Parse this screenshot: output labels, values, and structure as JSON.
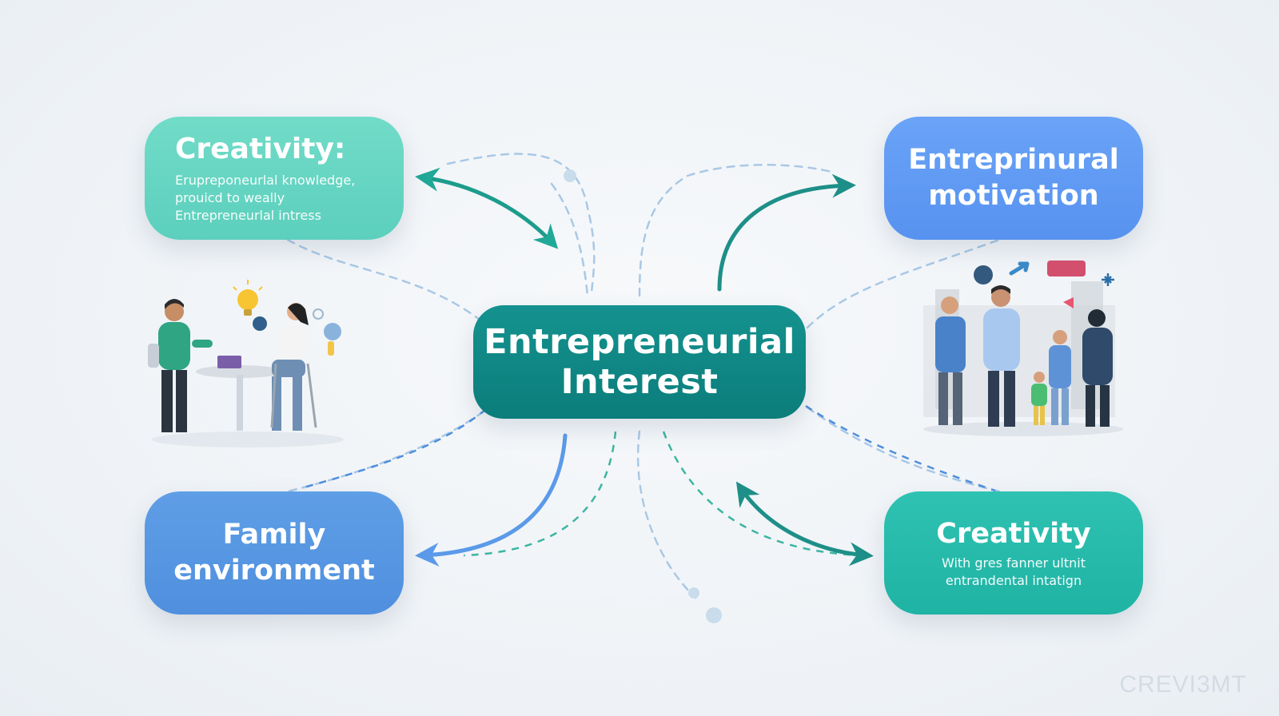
{
  "center": {
    "line1": "Entrepreneurial",
    "line2": "Interest"
  },
  "nodes": {
    "top_left": {
      "title": "Creativity:",
      "lines": [
        "Erupreponeurlal knowledge,",
        "prouicd to weally",
        "Entrepreneurlal intress"
      ]
    },
    "top_right": {
      "line1": "Entreprinural",
      "line2": "motivation"
    },
    "bottom_left": {
      "line1": "Family",
      "line2": "environment"
    },
    "bottom_right": {
      "title": "Creativity",
      "lines": [
        "With gres fanner ultnit",
        "entrandental intatign"
      ]
    }
  },
  "illustrations": {
    "left": "people-collaborating-at-table",
    "right": "family-group"
  },
  "watermark": "CREVI3MT",
  "colors": {
    "center": "#0f8a87",
    "top_left": "#66d6c3",
    "top_right": "#5f9bf4",
    "bottom_left": "#5797e2",
    "bottom_right": "#27bbac",
    "arrow_teal": "#1d8f88",
    "arrow_blue": "#5b9ae9",
    "dash_light": "#a9c8e6"
  }
}
